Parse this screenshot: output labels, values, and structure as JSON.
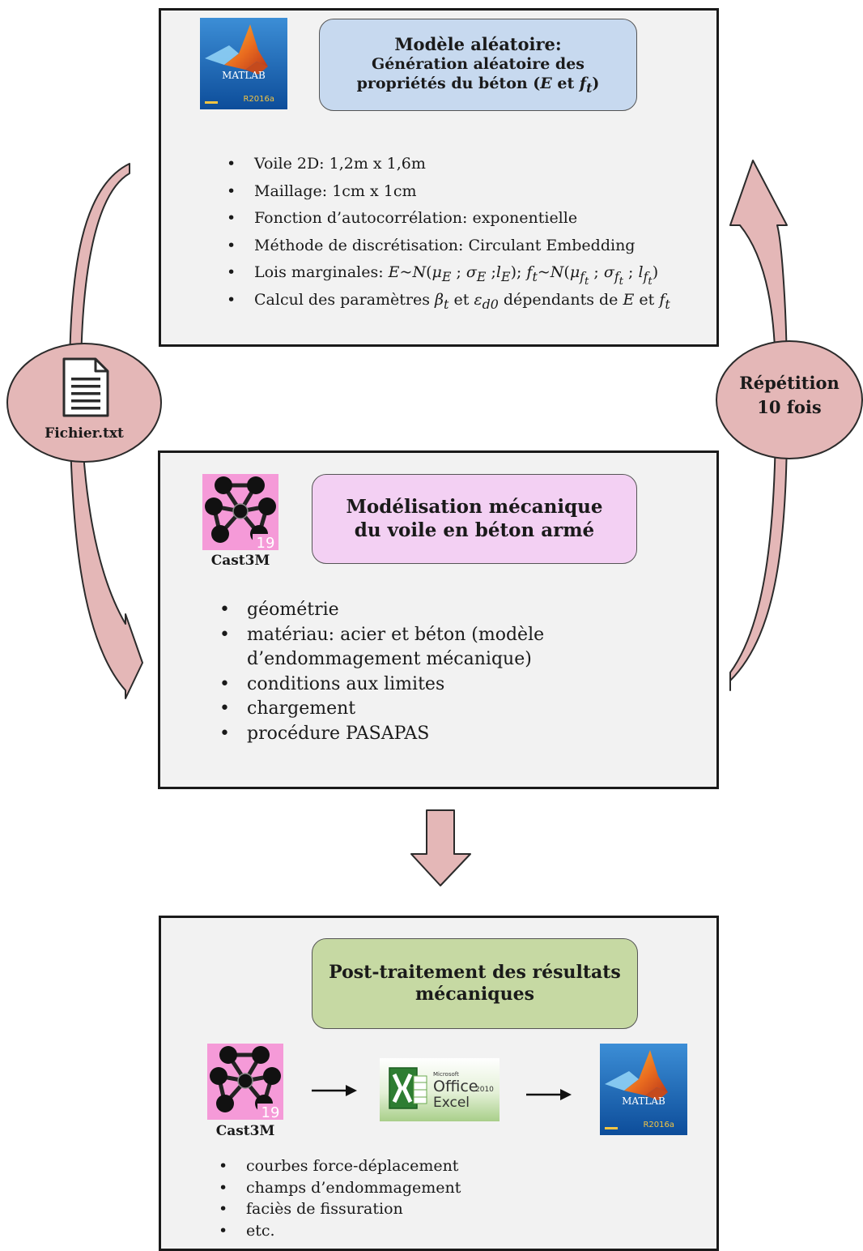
{
  "box1": {
    "title": [
      "Modèle aléatoire:",
      "Génération aléatoire des",
      "propriétés du béton (E et ft)"
    ],
    "bullets": [
      "Voile 2D: 1,2m x 1,6m",
      "Maillage:  1cm x 1cm",
      "Fonction d’autocorrélation:  exponentielle",
      "Méthode de discrétisation:  Circulant  Embedding",
      "Lois marginales: E~N(μE ; σE ; lE); ft~N(μft ; σft ; lft)",
      "Calcul des paramètres βt et εd0 dépendants de E et ft"
    ],
    "logo": {
      "name": "MATLAB",
      "version": "R2016a"
    }
  },
  "box2": {
    "title": [
      "Modélisation mécanique",
      "du voile en béton armé"
    ],
    "logo_label": "Cast3M",
    "logo_badge": "19",
    "bullets": [
      "géométrie",
      "matériau: acier et béton (modèle\nd’endommagement mécanique)",
      "conditions aux limites",
      "chargement",
      "procédure PASAPAS"
    ]
  },
  "box3": {
    "title": [
      "Post-traitement des résultats",
      "mécaniques"
    ],
    "cast3m_label": "Cast3M",
    "cast3m_badge": "19",
    "excel": {
      "brand": "Microsoft",
      "product": "Office",
      "year": "2010",
      "app": "Excel"
    },
    "matlab": {
      "name": "MATLAB",
      "version": "R2016a"
    },
    "bullets": [
      "courbes force-déplacement",
      "champs d’endommagement",
      "faciès de fissuration",
      "etc."
    ]
  },
  "left_ellipse": {
    "label": "Fichier.txt"
  },
  "right_ellipse": {
    "label": [
      "Répétition",
      "10 fois"
    ]
  },
  "colors": {
    "title1": "#c7d9ef",
    "title2": "#f3d0f3",
    "title3": "#c6d9a3",
    "arrow_fill": "#e4b7b7",
    "box_fill": "#f2f2f2",
    "cast3m_pink": "#f59ad8"
  }
}
